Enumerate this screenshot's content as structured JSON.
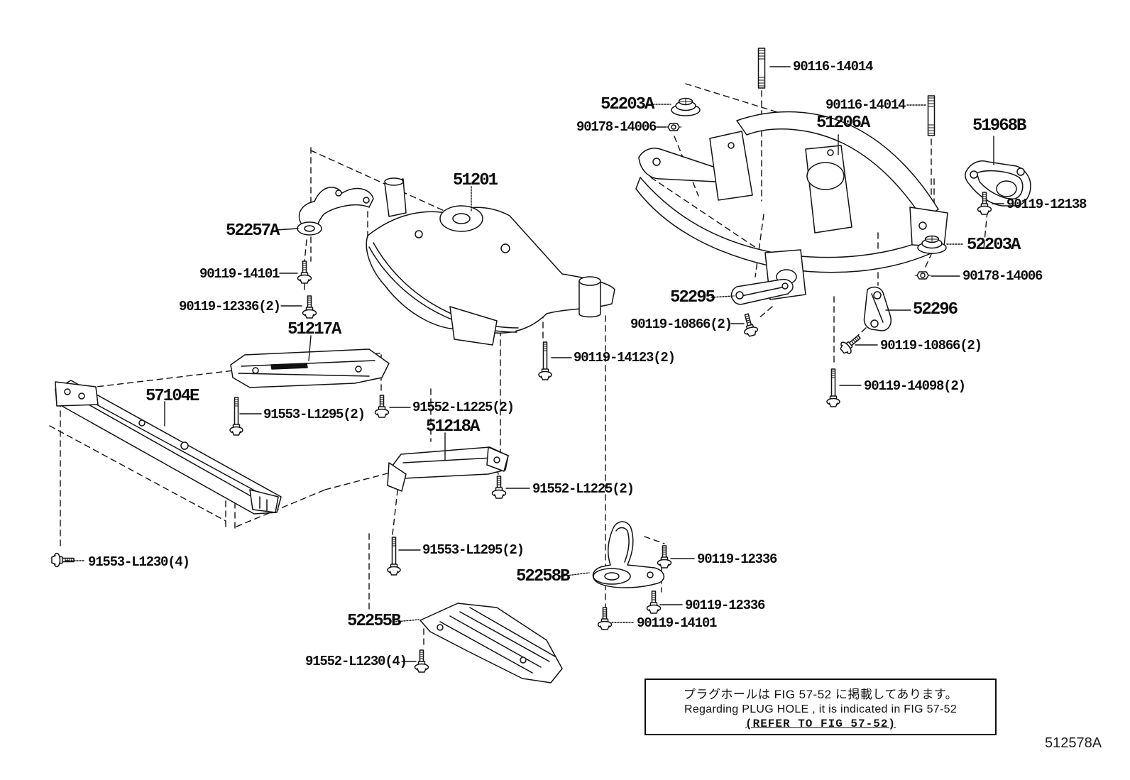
{
  "labels": {
    "stud_top": "90116-14014",
    "cushion_top": "52203A",
    "nut_top": "90178-14006",
    "stud_right": "90116-14014",
    "member_rear": "51206A",
    "bracket_rr": "51968B",
    "bolt_12138": "90119-12138",
    "cushion_right": "52203A",
    "nut_right": "90178-14006",
    "stay_52295": "52295",
    "bolt_10866_left": "90119-10866(2)",
    "stay_52296": "52296",
    "bolt_10866_right": "90119-10866(2)",
    "bolt_14098": "90119-14098(2)",
    "member_front": "51201",
    "stay_52257": "52257A",
    "bolt_14101_upper": "90119-14101",
    "bolt_12336_upper": "90119-12336(2)",
    "cover_51217": "51217A",
    "bolt_14123": "90119-14123(2)",
    "crossmember_57104": "57104E",
    "bolt_91553_l1295_upper": "91553-L1295(2)",
    "bolt_91552_l1225_upper": "91552-L1225(2)",
    "brace_51218": "51218A",
    "bolt_91552_l1225_lower": "91552-L1225(2)",
    "bolt_91553_l1230_left": "91553-L1230(4)",
    "bolt_91553_l1295_lower": "91553-L1295(2)",
    "stay_52258": "52258B",
    "bolt_12336_right_upper": "90119-12336",
    "bolt_12336_right_lower": "90119-12336",
    "bolt_14101_lower": "90119-14101",
    "brace_52255": "52255B",
    "bolt_91552_l1230": "91552-L1230(4)"
  },
  "note": {
    "line1_ja": "プラグホールは FIG  57-52 に掲載してあります。",
    "line2_en": "Regarding  PLUG  HOLE , it is indicated in FIG  57-52",
    "line3_ref": "(REFER TO FIG 57-52)"
  },
  "figure_code": "512578A"
}
